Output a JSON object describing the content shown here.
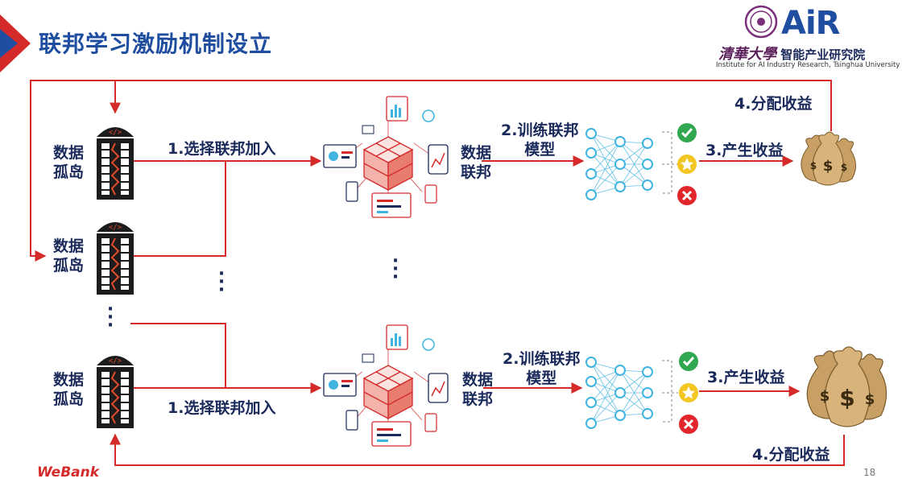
{
  "slide": {
    "title": "联邦学习激励机制设立",
    "page_number": "18"
  },
  "logos": {
    "air_mark": "AiR",
    "institute_brush": "清華大學",
    "institute_cn": "智能产业研究院",
    "institute_en": "Institute for AI Industry Research, Tsinghua University",
    "footer_brand": "WeBank"
  },
  "islands": {
    "top": [
      "数据",
      "孤岛"
    ],
    "middle": [
      "数据",
      "孤岛"
    ],
    "bottom": [
      "数据",
      "孤岛"
    ]
  },
  "flow_top": {
    "step1": "1.选择联邦加入",
    "federation": [
      "数据",
      "联邦"
    ],
    "step2": [
      "2.训练联邦",
      "模型"
    ],
    "step3": "3.产生收益",
    "step4": "4.分配收益"
  },
  "flow_bottom": {
    "step1": "1.选择联邦加入",
    "federation": [
      "数据",
      "联邦"
    ],
    "step2": [
      "2.训练联邦",
      "模型"
    ],
    "step3": "3.产生收益",
    "step4": "4.分配收益"
  },
  "colors": {
    "arrow_red": "#d42a2a",
    "title_blue": "#1f4da0",
    "text_navy": "#1a2a5a",
    "net_cyan": "#3fb4e0",
    "check_green": "#2fa84f",
    "star_yellow": "#f3c623",
    "cross_red": "#e0262b",
    "bag_gold": "#c8a065"
  },
  "icons": [
    "tower-icon",
    "isometric-cube-network-icon",
    "neural-network-icon",
    "check-icon",
    "star-icon",
    "cross-icon",
    "money-bag-icon",
    "tsinghua-seal-icon"
  ]
}
